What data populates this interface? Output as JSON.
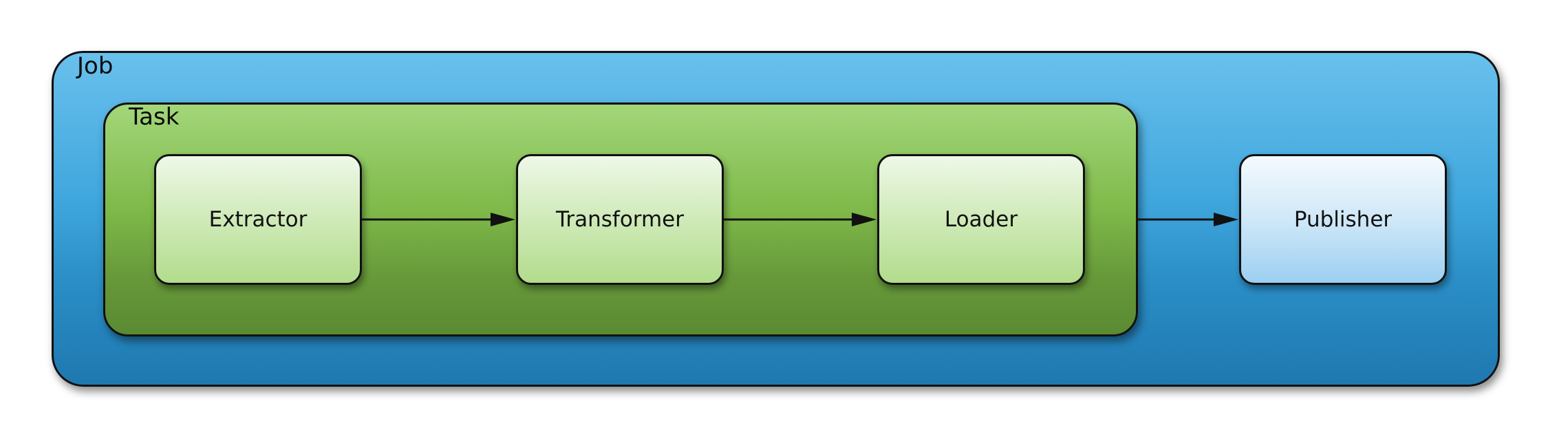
{
  "containers": {
    "job": "Job",
    "task": "Task"
  },
  "nodes": {
    "extractor": "Extractor",
    "transformer": "Transformer",
    "loader": "Loader",
    "publisher": "Publisher"
  },
  "colors": {
    "job_fill": "#3fa6dd",
    "task_fill": "#7fba4a",
    "green_node_fill": "#cfeab8",
    "blue_node_fill": "#cfe8f8",
    "stroke": "#111111"
  }
}
